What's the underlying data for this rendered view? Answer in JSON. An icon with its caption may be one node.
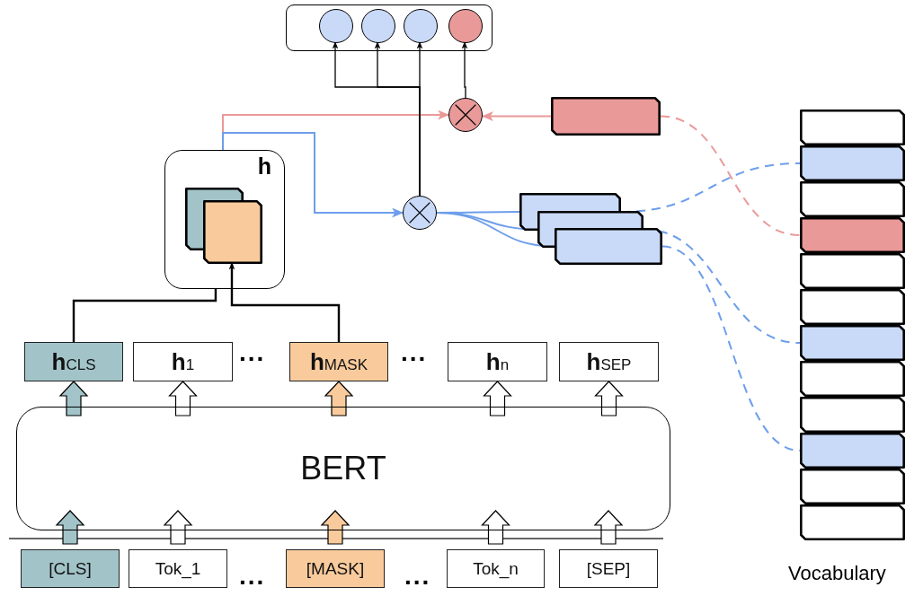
{
  "diagram": {
    "nodes": [
      {
        "text": [],
        "shape": "box"
      },
      {
        "text": [],
        "shape": "circle",
        "in": 0
      },
      {
        "text": [],
        "shape": "circle",
        "in": 0
      },
      {
        "text": [],
        "shape": "circle",
        "in": 0
      },
      {
        "text": [],
        "shape": "circle",
        "in": 0
      },
      {
        "text": [],
        "shape": "circle"
      },
      {
        "text": [],
        "shape": "box"
      },
      {
        "text": [
          "h"
        ]
      },
      {
        "text": [],
        "shape": "box",
        "in": 7
      },
      {
        "text": [],
        "shape": "box",
        "in": 7
      },
      {
        "text": [],
        "shape": "circle"
      },
      {
        "text": [],
        "shape": "box"
      },
      {
        "text": [],
        "shape": "box"
      },
      {
        "text": [],
        "shape": "box"
      },
      {
        "text": [],
        "shape": "box"
      },
      {
        "text": [],
        "shape": "box"
      },
      {
        "text": [],
        "shape": "box"
      },
      {
        "text": [],
        "shape": "box"
      },
      {
        "text": [],
        "shape": "box"
      },
      {
        "text": [],
        "shape": "box"
      },
      {
        "text": [],
        "shape": "box"
      },
      {
        "text": [],
        "shape": "box"
      },
      {
        "text": [],
        "shape": "box"
      },
      {
        "text": [],
        "shape": "box"
      },
      {
        "text": [],
        "shape": "box"
      },
      {
        "text": [],
        "shape": "box"
      },
      {
        "text": [
          "**h**$_{CLS}$"
        ]
      },
      {
        "text": [
          "**h**$_{1}$"
        ]
      },
      {
        "text": [
          "**h**$_{MASK}$"
        ]
      },
      {
        "text": [
          "**h**$_{n}$"
        ]
      },
      {
        "text": [
          "**h**$_{SEP}$"
        ]
      },
      {
        "text": [
          "BERT"
        ]
      },
      {
        "text": [
          "[CLS]"
        ]
      },
      {
        "text": [
          "Tok_1"
        ]
      },
      {
        "text": [
          "[MASK]"
        ]
      },
      {
        "text": [
          "Tok_n"
        ]
      },
      {
        "text": [
          "[SEP]"
        ]
      }
    ],
    "edges": [
      {
        "from": 32,
        "to": 31,
        "arrow": "to",
        "style": "thick",
        "color": "#a2c4c9"
      },
      {
        "from": 33,
        "to": 31,
        "arrow": "to",
        "style": "thick"
      },
      {
        "from": 34,
        "to": 31,
        "arrow": "to",
        "style": "thick",
        "color": "#f9cb9c"
      },
      {
        "from": 35,
        "to": 31,
        "arrow": "to",
        "style": "thick"
      },
      {
        "from": 36,
        "to": 31,
        "arrow": "to",
        "style": "thick"
      },
      {
        "from": 31,
        "to": 26,
        "arrow": "to",
        "style": "thick",
        "color": "#a2c4c9"
      },
      {
        "from": 31,
        "to": 27,
        "arrow": "to",
        "style": "thick"
      },
      {
        "from": 31,
        "to": 28,
        "arrow": "to",
        "style": "thick",
        "color": "#f9cb9c"
      },
      {
        "from": 31,
        "to": 29,
        "arrow": "to",
        "style": "thick"
      },
      {
        "from": 31,
        "to": 30,
        "arrow": "to",
        "style": "thick"
      },
      {
        "from": 26,
        "to": 7,
        "arrow": "none",
        "color": "#000000"
      },
      {
        "from": 28,
        "to": 9,
        "arrow": "to",
        "color": "#000000"
      },
      {
        "from": 7,
        "to": 5,
        "arrow": "to",
        "color": "#ea9999"
      },
      {
        "from": 7,
        "to": 10,
        "arrow": "to",
        "color": "#6d9eeb"
      },
      {
        "from": 6,
        "to": 5,
        "arrow": "to",
        "color": "#ea9999"
      },
      {
        "from": 5,
        "to": 4,
        "arrow": "to",
        "color": "#000000"
      },
      {
        "from": 10,
        "to": 1,
        "arrow": "to",
        "color": "#000000"
      },
      {
        "from": 10,
        "to": 2,
        "arrow": "to",
        "color": "#000000"
      },
      {
        "from": 10,
        "to": 3,
        "arrow": "to",
        "color": "#000000"
      },
      {
        "from": 10,
        "to": 11,
        "arrow": "none",
        "color": "#6d9eeb"
      },
      {
        "from": 10,
        "to": 12,
        "arrow": "none",
        "color": "#6d9eeb"
      },
      {
        "from": 10,
        "to": 13,
        "arrow": "none",
        "color": "#6d9eeb"
      },
      {
        "from": 11,
        "to": 15,
        "arrow": "none",
        "style": "dashed",
        "color": "#6d9eeb"
      },
      {
        "from": 12,
        "to": 20,
        "arrow": "none",
        "style": "dashed",
        "color": "#6d9eeb"
      },
      {
        "from": 13,
        "to": 23,
        "arrow": "none",
        "style": "dashed",
        "color": "#6d9eeb"
      },
      {
        "from": 6,
        "to": 17,
        "arrow": "none",
        "style": "dashed",
        "color": "#ea9999"
      }
    ],
    "labels": [
      "...",
      "...",
      "...",
      "...",
      "Vocabulary"
    ]
  }
}
